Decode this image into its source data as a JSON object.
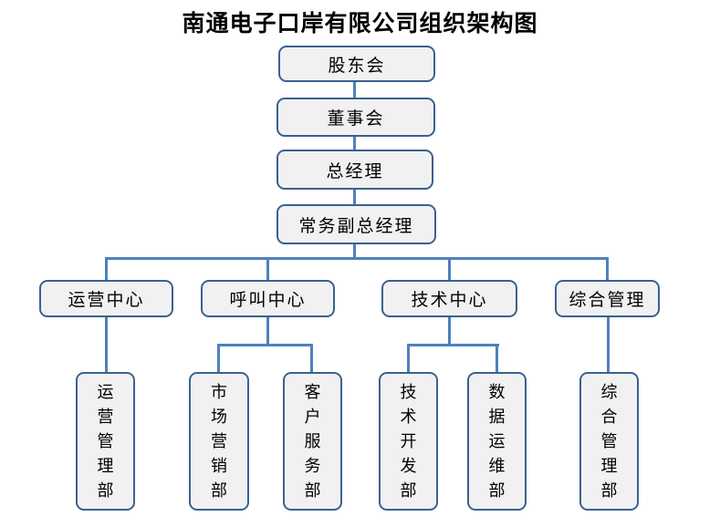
{
  "title": "南通电子口岸有限公司组织架构图",
  "colors": {
    "background": "#FFFFFF",
    "box_border": "#3A6190",
    "box_fill": "#F1F1F1",
    "connector": "#4F81BD",
    "text": "#000000"
  },
  "nodes": {
    "shareholders": {
      "label": "股东会"
    },
    "board": {
      "label": "董事会"
    },
    "general_manager": {
      "label": "总经理"
    },
    "deputy_general_manager": {
      "label": "常务副总经理"
    },
    "centers": [
      {
        "label": "运营中心"
      },
      {
        "label": "呼叫中心"
      },
      {
        "label": "技术中心"
      },
      {
        "label": "综合管理"
      }
    ],
    "departments": [
      {
        "label": "运营管理部"
      },
      {
        "label": "市场营销部"
      },
      {
        "label": "客户服务部"
      },
      {
        "label": "技术开发部"
      },
      {
        "label": "数据运维部"
      },
      {
        "label": "综合管理部"
      }
    ]
  }
}
